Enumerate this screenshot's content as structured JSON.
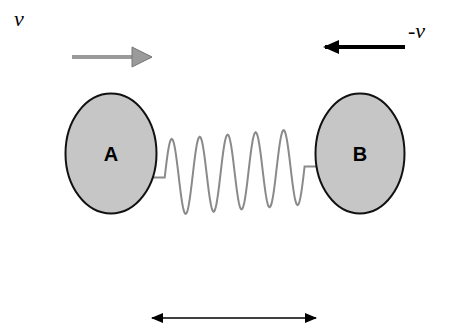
{
  "diagram": {
    "nodes": [
      {
        "text": [
          "A"
        ]
      },
      {
        "text": [
          "B"
        ]
      }
    ],
    "edges": [
      {
        "from": 0,
        "to": 1,
        "arrow": "none"
      }
    ],
    "labels": [
      "v",
      "-v"
    ]
  }
}
